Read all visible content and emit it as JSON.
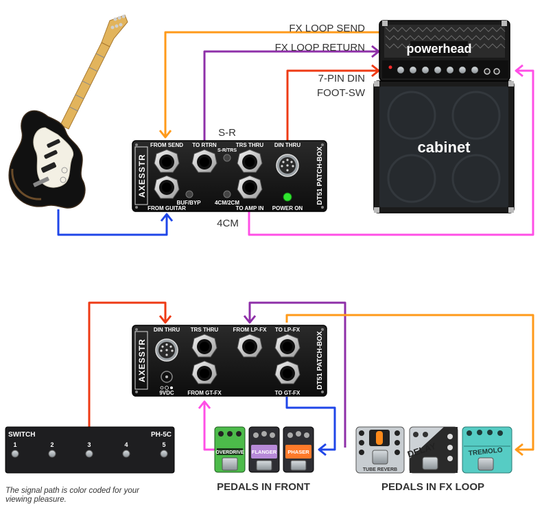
{
  "labels": {
    "fx_loop_send": "FX LOOP SEND",
    "fx_loop_return": "FX LOOP RETURN",
    "din_line1": "7-PIN DIN",
    "din_line2": "FOOT-SW",
    "s_r": "S-R",
    "four_cm": "4CM"
  },
  "patchbox_top": {
    "brand": "AXESSTR",
    "model": "DT51 PATCH-BOX",
    "from_send": "FROM SEND",
    "to_rtrn": "TO RTRN",
    "s_r_trs": "S-R/TRS",
    "trs_thru": "TRS THRU",
    "din_thru": "DIN THRU",
    "buf_byp": "BUF/BYP",
    "four_cm_two_cm": "4CM/2CM",
    "from_guitar": "FROM GUITAR",
    "to_amp_in": "TO AMP IN",
    "power_on": "POWER ON"
  },
  "patchbox_bottom": {
    "brand": "AXESSTR",
    "model": "DT51 PATCH-BOX",
    "din_thru": "DIN THRU",
    "trs_thru": "TRS THRU",
    "from_lp_fx": "FROM LP-FX",
    "to_lp_fx": "TO LP-FX",
    "nine_vdc": "9VDC",
    "from_gt_fx": "FROM GT-FX",
    "to_gt_fx": "TO GT-FX"
  },
  "amp": {
    "head_name": "powerhead",
    "cabinet_name": "cabinet"
  },
  "footswitch": {
    "left_label": "SWITCH",
    "model": "PH-5C",
    "buttons": [
      "1",
      "2",
      "3",
      "4",
      "5"
    ]
  },
  "pedals": {
    "overdrive": "OVERDRIVE",
    "flanger": "FLANGER",
    "phaser": "PHASER",
    "tube_reverb": "TUBE REVERB",
    "delay": "DELAY",
    "tremolo": "TREMOLO"
  },
  "section_titles": {
    "front": "PEDALS IN FRONT",
    "fx_loop": "PEDALS IN FX LOOP"
  },
  "caption": "The signal path is color coded for your viewing pleasure.",
  "colors": {
    "orange": "#ff9a1a",
    "purple": "#8e2fa8",
    "red": "#ee3a14",
    "blue": "#1f46e8",
    "pink": "#ff4fe6"
  }
}
